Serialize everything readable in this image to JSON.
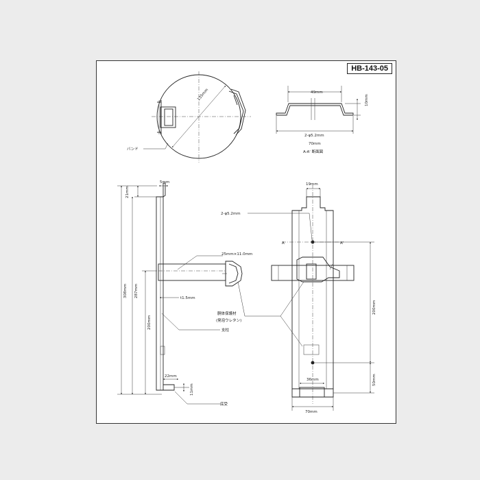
{
  "drawing_code": "HB-143-05",
  "top_view": {
    "diameter": "135mm",
    "band_label": "バンド"
  },
  "section_view": {
    "width_top": "49mm",
    "height": "10mm",
    "holes": "2-φ5.2mm",
    "overall_width": "70mm",
    "caption": "A-A' 断面図"
  },
  "side_view": {
    "top_width": "5mm",
    "top_height": "21mm",
    "overall_height": "308mm",
    "height_287": "287mm",
    "height_200": "200mm",
    "band_size": "25mm×11.0mm",
    "thickness": "t1.5mm",
    "bottom_width": "22mm",
    "bottom_height": "11mm",
    "protector_label_1": "胴体保護材",
    "protector_label_2": "(発泡ウレタン)",
    "post_label": "支柱",
    "bracket_label": "底受"
  },
  "front_view": {
    "top_width": "19mm",
    "holes": "2-φ5.2mm",
    "section_a": "A",
    "section_a2": "A'",
    "height_200": "200mm",
    "height_50": "50mm",
    "width_36": "36mm",
    "overall_width": "70mm"
  }
}
